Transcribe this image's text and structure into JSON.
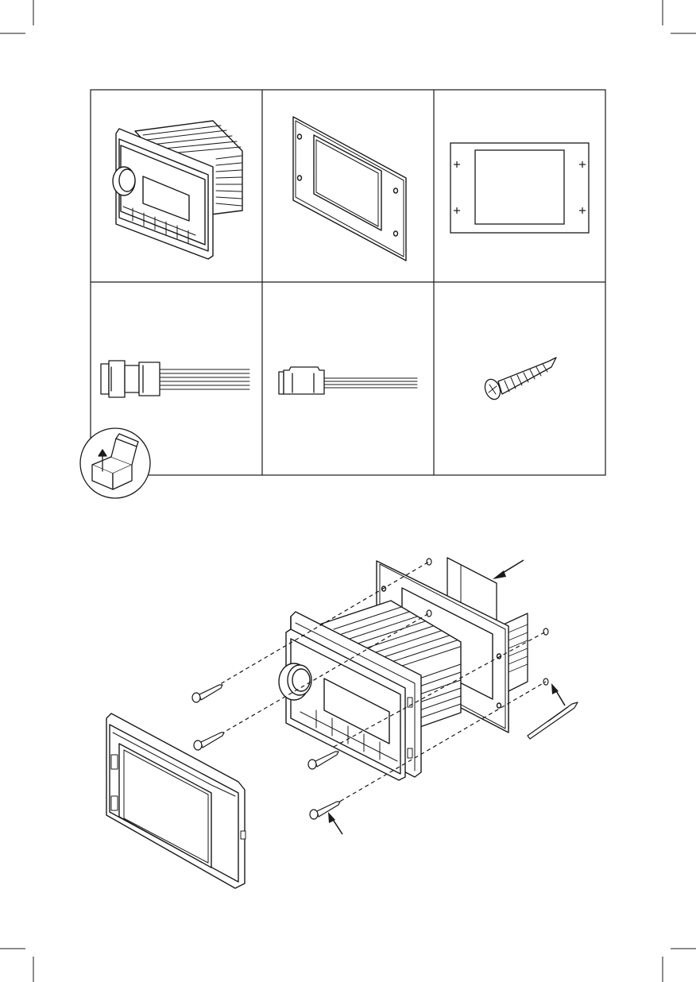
{
  "page": {
    "kind": "installation-diagram",
    "language_neutral": true
  },
  "parts_list": {
    "layout": "3x2-grid",
    "items": [
      {
        "name": "head-unit",
        "icon": "head-unit-icon"
      },
      {
        "name": "mounting-bezel-plate",
        "icon": "bezel-plate-icon"
      },
      {
        "name": "cutout-template",
        "icon": "template-icon"
      },
      {
        "name": "main-wiring-harness",
        "icon": "main-harness-icon"
      },
      {
        "name": "antenna-adapter-cable",
        "icon": "antenna-cable-icon"
      },
      {
        "name": "mounting-screw",
        "icon": "screw-icon"
      }
    ],
    "badge": {
      "name": "box-contents",
      "icon": "open-box-icon"
    }
  },
  "installation": {
    "steps_shown": [
      "drill-holes",
      "insert-unit",
      "fasten-screws",
      "attach-front-cover"
    ],
    "screw_count": 4,
    "arrows": [
      "panel-cutout-arrow",
      "drill-arrow",
      "screw-arrow"
    ]
  }
}
